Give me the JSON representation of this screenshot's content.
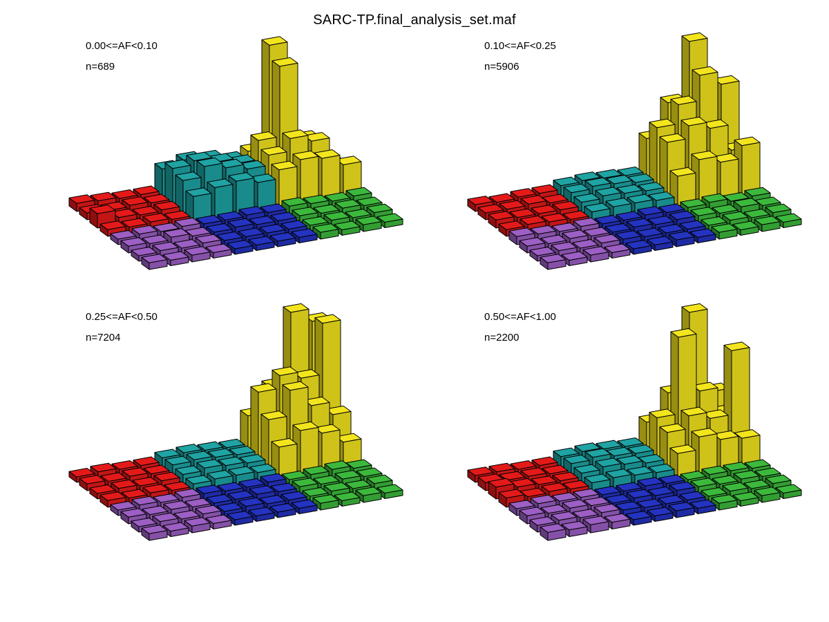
{
  "title": "SARC-TP.final_analysis_set.maf",
  "colors": {
    "red": "#e41a1a",
    "teal": "#1fa3a3",
    "yellow": "#f3e51d",
    "green": "#3cb93c",
    "blue": "#2433c0",
    "purple": "#9c5fc4",
    "background": "#ffffff",
    "text": "#000000"
  },
  "chart_data": [
    {
      "type": "bar",
      "subtype": "3d-lego-grid",
      "panel": "top-left",
      "af_label": "0.00<=AF<0.10",
      "n_label": "n=689",
      "n": 689,
      "grid": {
        "rows": 8,
        "cols": 12
      },
      "blocks": {
        "back": [
          "red",
          "teal",
          "yellow"
        ],
        "front": [
          "purple",
          "blue",
          "green"
        ]
      },
      "value_scale": "relative_0_100_per_panel",
      "heights_rows_front_to_back": [
        [
          2,
          1,
          2,
          1,
          1,
          1,
          1,
          1,
          2,
          1,
          2,
          1
        ],
        [
          1,
          2,
          1,
          2,
          1,
          1,
          1,
          1,
          1,
          2,
          1,
          2
        ],
        [
          2,
          1,
          3,
          1,
          1,
          2,
          1,
          1,
          2,
          1,
          2,
          1
        ],
        [
          1,
          2,
          1,
          2,
          1,
          1,
          2,
          1,
          3,
          2,
          1,
          2
        ],
        [
          2,
          1,
          2,
          1,
          16,
          20,
          22,
          18,
          25,
          30,
          28,
          20
        ],
        [
          8,
          2,
          1,
          2,
          22,
          30,
          26,
          22,
          30,
          40,
          35,
          12
        ],
        [
          2,
          1,
          2,
          1,
          25,
          28,
          24,
          20,
          35,
          90,
          30,
          10
        ],
        [
          3,
          2,
          1,
          1,
          18,
          22,
          20,
          16,
          20,
          100,
          12,
          8
        ]
      ]
    },
    {
      "type": "bar",
      "subtype": "3d-lego-grid",
      "panel": "top-right",
      "af_label": "0.10<=AF<0.25",
      "n_label": "n=5906",
      "n": 5906,
      "grid": {
        "rows": 8,
        "cols": 12
      },
      "blocks": {
        "back": [
          "red",
          "teal",
          "yellow"
        ],
        "front": [
          "purple",
          "blue",
          "green"
        ]
      },
      "value_scale": "relative_0_100_per_panel",
      "heights_rows_front_to_back": [
        [
          2,
          1,
          2,
          1,
          1,
          1,
          2,
          1,
          2,
          1,
          2,
          1
        ],
        [
          1,
          2,
          1,
          2,
          2,
          1,
          1,
          1,
          1,
          2,
          1,
          2
        ],
        [
          2,
          1,
          2,
          1,
          1,
          2,
          1,
          2,
          2,
          1,
          3,
          1
        ],
        [
          3,
          2,
          1,
          2,
          1,
          1,
          2,
          1,
          2,
          3,
          1,
          2
        ],
        [
          2,
          3,
          2,
          1,
          4,
          5,
          5,
          4,
          20,
          30,
          25,
          35
        ],
        [
          3,
          2,
          2,
          2,
          5,
          7,
          6,
          5,
          40,
          50,
          45,
          25
        ],
        [
          2,
          2,
          3,
          1,
          6,
          8,
          7,
          5,
          45,
          60,
          80,
          70
        ],
        [
          2,
          1,
          2,
          2,
          5,
          6,
          5,
          4,
          30,
          55,
          100,
          20
        ]
      ]
    },
    {
      "type": "bar",
      "subtype": "3d-lego-grid",
      "panel": "bottom-left",
      "af_label": "0.25<=AF<0.50",
      "n_label": "n=7204",
      "n": 7204,
      "grid": {
        "rows": 8,
        "cols": 12
      },
      "blocks": {
        "back": [
          "red",
          "teal",
          "yellow"
        ],
        "front": [
          "purple",
          "blue",
          "green"
        ]
      },
      "value_scale": "relative_0_100_per_panel",
      "heights_rows_front_to_back": [
        [
          2,
          1,
          2,
          1,
          1,
          1,
          1,
          1,
          2,
          1,
          2,
          1
        ],
        [
          1,
          2,
          1,
          2,
          1,
          2,
          1,
          1,
          1,
          2,
          1,
          2
        ],
        [
          2,
          1,
          2,
          1,
          1,
          1,
          2,
          1,
          2,
          1,
          2,
          1
        ],
        [
          1,
          2,
          1,
          2,
          2,
          1,
          1,
          2,
          1,
          2,
          3,
          1
        ],
        [
          2,
          1,
          2,
          1,
          3,
          4,
          4,
          3,
          20,
          30,
          25,
          15
        ],
        [
          1,
          2,
          1,
          2,
          4,
          6,
          5,
          4,
          35,
          55,
          40,
          30
        ],
        [
          2,
          1,
          2,
          1,
          5,
          6,
          5,
          4,
          50,
          60,
          55,
          95
        ],
        [
          1,
          2,
          1,
          1,
          4,
          5,
          4,
          3,
          25,
          45,
          100,
          90
        ]
      ]
    },
    {
      "type": "bar",
      "subtype": "3d-lego-grid",
      "panel": "bottom-right",
      "af_label": "0.50<=AF<1.00",
      "n_label": "n=2200",
      "n": 2200,
      "grid": {
        "rows": 8,
        "cols": 12
      },
      "blocks": {
        "back": [
          "red",
          "teal",
          "yellow"
        ],
        "front": [
          "purple",
          "blue",
          "green"
        ]
      },
      "value_scale": "relative_0_100_per_panel",
      "heights_rows_front_to_back": [
        [
          3,
          2,
          3,
          2,
          1,
          1,
          2,
          1,
          2,
          1,
          2,
          1
        ],
        [
          2,
          3,
          2,
          3,
          2,
          1,
          1,
          1,
          1,
          2,
          1,
          2
        ],
        [
          3,
          2,
          3,
          2,
          1,
          2,
          1,
          2,
          2,
          1,
          2,
          1
        ],
        [
          2,
          3,
          2,
          2,
          1,
          1,
          2,
          1,
          1,
          2,
          2,
          1
        ],
        [
          4,
          2,
          3,
          2,
          4,
          5,
          4,
          3,
          15,
          25,
          20,
          18
        ],
        [
          6,
          3,
          2,
          2,
          5,
          7,
          6,
          4,
          25,
          35,
          30,
          80
        ],
        [
          3,
          2,
          2,
          1,
          6,
          8,
          6,
          5,
          30,
          90,
          45,
          25
        ],
        [
          2,
          2,
          1,
          1,
          5,
          6,
          5,
          4,
          20,
          40,
          100,
          35
        ]
      ]
    }
  ]
}
